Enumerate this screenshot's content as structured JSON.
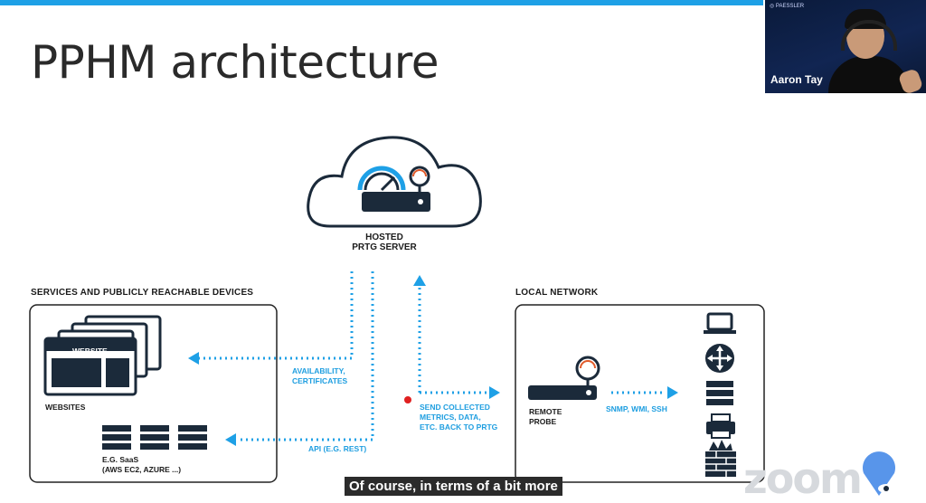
{
  "slide": {
    "title": "PPHM architecture"
  },
  "webcam": {
    "brand": "◎ PAESSLER",
    "participant_name": "Aaron Tay"
  },
  "server": {
    "line1": "HOSTED",
    "line2": "PRTG SERVER"
  },
  "services_panel": {
    "heading": "SERVICES AND PUBLICLY REACHABLE DEVICES",
    "website_label": "WEBSITE",
    "websites_caption": "WEBSITES",
    "saas_line1": "E.G. SaaS",
    "saas_line2": "(AWS EC2, AZURE ...)"
  },
  "flows": {
    "availability_line1": "AVAILABILITY,",
    "availability_line2": "CERTIFICATES",
    "api": "API (E.G. REST)",
    "send_line1": "SEND COLLECTED",
    "send_line2": "METRICS, DATA,",
    "send_line3": "ETC. BACK TO PRTG",
    "snmp": "SNMP, WMI, SSH"
  },
  "local_panel": {
    "heading": "LOCAL NETWORK",
    "probe_line1": "REMOTE",
    "probe_line2": "PROBE"
  },
  "subtitle": {
    "text": "Of course, in terms of a bit more"
  },
  "overlay": {
    "watermark": "zoom"
  },
  "colors": {
    "accent": "#1ea0e6",
    "dark": "#1b2a3a",
    "pointer": "#e02020"
  },
  "icons": [
    "cloud-icon",
    "speedometer-icon",
    "server-icon",
    "website-window-icon",
    "server-stack-icon",
    "laptop-icon",
    "router-icon",
    "printer-icon",
    "firewall-icon"
  ]
}
